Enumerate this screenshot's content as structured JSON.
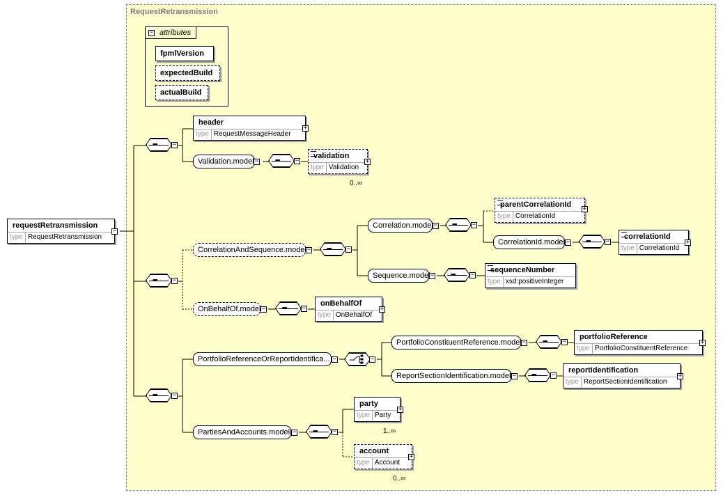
{
  "complex_type": {
    "title": "RequestRetransmission"
  },
  "attributes": {
    "label": "attributes",
    "items": [
      {
        "name": "fpmlVersion",
        "optional": false
      },
      {
        "name": "expectedBuild",
        "optional": true
      },
      {
        "name": "actualBuild",
        "optional": true
      }
    ]
  },
  "root": {
    "name": "requestRetransmission",
    "type_key": "type",
    "type": "RequestRetransmission"
  },
  "groups": {
    "validation_model": "Validation.model",
    "correlation_and_sequence": "CorrelationAndSequence.model",
    "correlation_model": "Correlation.model",
    "correlation_id_model": "CorrelationId.model",
    "sequence_model": "Sequence.model",
    "on_behalf_of_model": "OnBehalfOf.model",
    "portfolio_or_report": "PortfolioReferenceOrReportIdentifica...",
    "portfolio_constituent": "PortfolioConstituentReference.model",
    "report_section": "ReportSectionIdentification.model",
    "parties_and_accounts": "PartiesAndAccounts.model"
  },
  "elements": {
    "header": {
      "name": "header",
      "type_key": "type",
      "type": "RequestMessageHeader"
    },
    "validation": {
      "name": "validation",
      "type_key": "type",
      "type": "Validation",
      "card": "0..∞"
    },
    "parentCorrelationId": {
      "name": "parentCorrelationId",
      "type_key": "type",
      "type": "CorrelationId"
    },
    "correlationId": {
      "name": "correlationId",
      "type_key": "type",
      "type": "CorrelationId"
    },
    "sequenceNumber": {
      "name": "sequenceNumber",
      "type_key": "type",
      "type": "xsd:positiveInteger"
    },
    "onBehalfOf": {
      "name": "onBehalfOf",
      "type_key": "type",
      "type": "OnBehalfOf"
    },
    "portfolioReference": {
      "name": "portfolioReference",
      "type_key": "type",
      "type": "PortfolioConstituentReference"
    },
    "reportIdentification": {
      "name": "reportIdentification",
      "type_key": "type",
      "type": "ReportSectionIdentification"
    },
    "party": {
      "name": "party",
      "type_key": "type",
      "type": "Party",
      "card": "1..∞"
    },
    "account": {
      "name": "account",
      "type_key": "type",
      "type": "Account",
      "card": "0..∞"
    }
  },
  "colors": {
    "background": "#ffffcc",
    "border": "#000000",
    "title": "#7f7f7f"
  }
}
